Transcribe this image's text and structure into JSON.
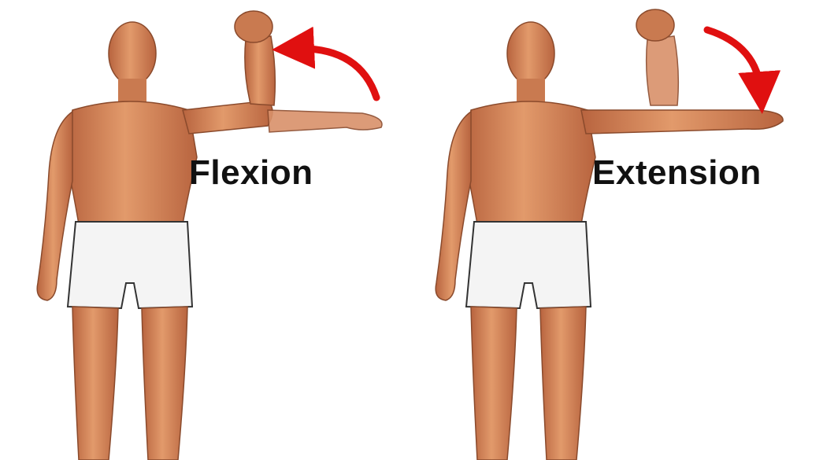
{
  "panels": [
    {
      "label": "Flexion"
    },
    {
      "label": "Extension"
    }
  ],
  "colors": {
    "skin": "#d98a5c",
    "skin_dark": "#a85a38",
    "shorts": "#f4f4f4",
    "arrow": "#e01010",
    "text": "#111111"
  },
  "icons": {
    "flexion_arrow": "curved-arrow-up-left",
    "extension_arrow": "curved-arrow-down-right"
  }
}
